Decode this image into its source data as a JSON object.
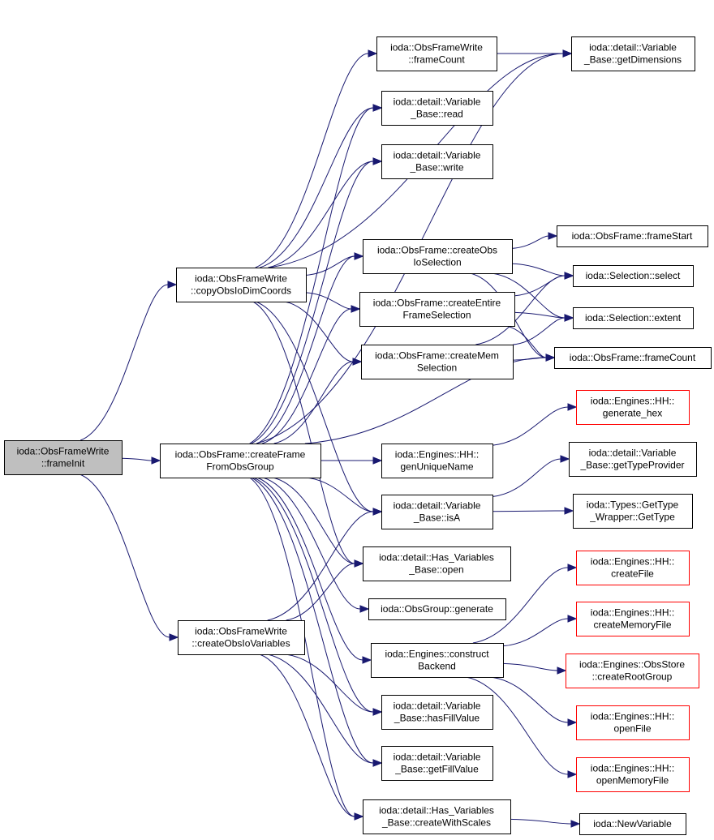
{
  "colors": {
    "edge": "#191970",
    "node_border": "#000000",
    "node_fill": "#ffffff",
    "focus_fill": "#bfbfbf",
    "truncated_border": "#ff0000"
  },
  "nodes": [
    {
      "id": "frameInit",
      "lines": [
        "ioda::ObsFrameWrite",
        "::frameInit"
      ],
      "style": "focus"
    },
    {
      "id": "copyObsIoDimCoords",
      "lines": [
        "ioda::ObsFrameWrite",
        "::copyObsIoDimCoords"
      ],
      "style": "normal"
    },
    {
      "id": "createFrameFromObsGroup",
      "lines": [
        "ioda::ObsFrame::createFrame",
        "FromObsGroup"
      ],
      "style": "normal"
    },
    {
      "id": "createObsIoVariables",
      "lines": [
        "ioda::ObsFrameWrite",
        "::createObsIoVariables"
      ],
      "style": "normal"
    },
    {
      "id": "ofw_frameCount",
      "lines": [
        "ioda::ObsFrameWrite",
        "::frameCount"
      ],
      "style": "normal"
    },
    {
      "id": "vb_read",
      "lines": [
        "ioda::detail::Variable",
        "_Base::read"
      ],
      "style": "normal"
    },
    {
      "id": "vb_write",
      "lines": [
        "ioda::detail::Variable",
        "_Base::write"
      ],
      "style": "normal"
    },
    {
      "id": "createObsIoSelection",
      "lines": [
        "ioda::ObsFrame::createObs",
        "IoSelection"
      ],
      "style": "normal"
    },
    {
      "id": "createEntireFrameSelection",
      "lines": [
        "ioda::ObsFrame::createEntire",
        "FrameSelection"
      ],
      "style": "normal"
    },
    {
      "id": "createMemSelection",
      "lines": [
        "ioda::ObsFrame::createMem",
        "Selection"
      ],
      "style": "normal"
    },
    {
      "id": "genUniqueName",
      "lines": [
        "ioda::Engines::HH::",
        "genUniqueName"
      ],
      "style": "normal"
    },
    {
      "id": "isA",
      "lines": [
        "ioda::detail::Variable",
        "_Base::isA"
      ],
      "style": "normal"
    },
    {
      "id": "hv_open",
      "lines": [
        "ioda::detail::Has_Variables",
        "_Base::open"
      ],
      "style": "normal"
    },
    {
      "id": "og_generate",
      "lines": [
        "ioda::ObsGroup::generate"
      ],
      "style": "normal"
    },
    {
      "id": "constructBackend",
      "lines": [
        "ioda::Engines::construct",
        "Backend"
      ],
      "style": "normal"
    },
    {
      "id": "hasFillValue",
      "lines": [
        "ioda::detail::Variable",
        "_Base::hasFillValue"
      ],
      "style": "normal"
    },
    {
      "id": "getFillValue",
      "lines": [
        "ioda::detail::Variable",
        "_Base::getFillValue"
      ],
      "style": "normal"
    },
    {
      "id": "createWithScales",
      "lines": [
        "ioda::detail::Has_Variables",
        "_Base::createWithScales"
      ],
      "style": "normal"
    },
    {
      "id": "getDimensions",
      "lines": [
        "ioda::detail::Variable",
        "_Base::getDimensions"
      ],
      "style": "normal"
    },
    {
      "id": "frameStart",
      "lines": [
        "ioda::ObsFrame::frameStart"
      ],
      "style": "normal"
    },
    {
      "id": "sel_select",
      "lines": [
        "ioda::Selection::select"
      ],
      "style": "normal"
    },
    {
      "id": "sel_extent",
      "lines": [
        "ioda::Selection::extent"
      ],
      "style": "normal"
    },
    {
      "id": "of_frameCount",
      "lines": [
        "ioda::ObsFrame::frameCount"
      ],
      "style": "normal"
    },
    {
      "id": "generate_hex",
      "lines": [
        "ioda::Engines::HH::",
        "generate_hex"
      ],
      "style": "truncated"
    },
    {
      "id": "getTypeProvider",
      "lines": [
        "ioda::detail::Variable",
        "_Base::getTypeProvider"
      ],
      "style": "normal"
    },
    {
      "id": "getType",
      "lines": [
        "ioda::Types::GetType",
        "_Wrapper::GetType"
      ],
      "style": "normal"
    },
    {
      "id": "createFile",
      "lines": [
        "ioda::Engines::HH::",
        "createFile"
      ],
      "style": "truncated"
    },
    {
      "id": "createMemoryFile",
      "lines": [
        "ioda::Engines::HH::",
        "createMemoryFile"
      ],
      "style": "truncated"
    },
    {
      "id": "createRootGroup",
      "lines": [
        "ioda::Engines::ObsStore",
        "::createRootGroup"
      ],
      "style": "truncated"
    },
    {
      "id": "openFile",
      "lines": [
        "ioda::Engines::HH::",
        "openFile"
      ],
      "style": "truncated"
    },
    {
      "id": "openMemoryFile",
      "lines": [
        "ioda::Engines::HH::",
        "openMemoryFile"
      ],
      "style": "truncated"
    },
    {
      "id": "newVariable",
      "lines": [
        "ioda::NewVariable"
      ],
      "style": "normal"
    }
  ],
  "edges": [
    [
      "frameInit",
      "copyObsIoDimCoords"
    ],
    [
      "frameInit",
      "createFrameFromObsGroup"
    ],
    [
      "frameInit",
      "createObsIoVariables"
    ],
    [
      "copyObsIoDimCoords",
      "ofw_frameCount"
    ],
    [
      "copyObsIoDimCoords",
      "getDimensions"
    ],
    [
      "copyObsIoDimCoords",
      "vb_read"
    ],
    [
      "copyObsIoDimCoords",
      "vb_write"
    ],
    [
      "copyObsIoDimCoords",
      "createObsIoSelection"
    ],
    [
      "copyObsIoDimCoords",
      "createEntireFrameSelection"
    ],
    [
      "copyObsIoDimCoords",
      "createMemSelection"
    ],
    [
      "copyObsIoDimCoords",
      "isA"
    ],
    [
      "copyObsIoDimCoords",
      "hv_open"
    ],
    [
      "ofw_frameCount",
      "getDimensions"
    ],
    [
      "createObsIoSelection",
      "frameStart"
    ],
    [
      "createObsIoSelection",
      "sel_select"
    ],
    [
      "createObsIoSelection",
      "sel_extent"
    ],
    [
      "createObsIoSelection",
      "of_frameCount"
    ],
    [
      "createEntireFrameSelection",
      "sel_select"
    ],
    [
      "createEntireFrameSelection",
      "sel_extent"
    ],
    [
      "createEntireFrameSelection",
      "of_frameCount"
    ],
    [
      "createMemSelection",
      "sel_select"
    ],
    [
      "createMemSelection",
      "sel_extent"
    ],
    [
      "createMemSelection",
      "of_frameCount"
    ],
    [
      "createFrameFromObsGroup",
      "of_frameCount"
    ],
    [
      "createFrameFromObsGroup",
      "getDimensions"
    ],
    [
      "createFrameFromObsGroup",
      "vb_read"
    ],
    [
      "createFrameFromObsGroup",
      "vb_write"
    ],
    [
      "createFrameFromObsGroup",
      "createObsIoSelection"
    ],
    [
      "createFrameFromObsGroup",
      "createEntireFrameSelection"
    ],
    [
      "createFrameFromObsGroup",
      "createMemSelection"
    ],
    [
      "createFrameFromObsGroup",
      "genUniqueName"
    ],
    [
      "createFrameFromObsGroup",
      "isA"
    ],
    [
      "createFrameFromObsGroup",
      "hv_open"
    ],
    [
      "createFrameFromObsGroup",
      "og_generate"
    ],
    [
      "createFrameFromObsGroup",
      "constructBackend"
    ],
    [
      "createFrameFromObsGroup",
      "hasFillValue"
    ],
    [
      "createFrameFromObsGroup",
      "getFillValue"
    ],
    [
      "createFrameFromObsGroup",
      "createWithScales"
    ],
    [
      "genUniqueName",
      "generate_hex"
    ],
    [
      "isA",
      "getTypeProvider"
    ],
    [
      "isA",
      "getType"
    ],
    [
      "constructBackend",
      "createFile"
    ],
    [
      "constructBackend",
      "createMemoryFile"
    ],
    [
      "constructBackend",
      "createRootGroup"
    ],
    [
      "constructBackend",
      "openFile"
    ],
    [
      "constructBackend",
      "openMemoryFile"
    ],
    [
      "createObsIoVariables",
      "isA"
    ],
    [
      "createObsIoVariables",
      "hv_open"
    ],
    [
      "createObsIoVariables",
      "hasFillValue"
    ],
    [
      "createObsIoVariables",
      "getFillValue"
    ],
    [
      "createObsIoVariables",
      "createWithScales"
    ],
    [
      "createWithScales",
      "newVariable"
    ]
  ]
}
